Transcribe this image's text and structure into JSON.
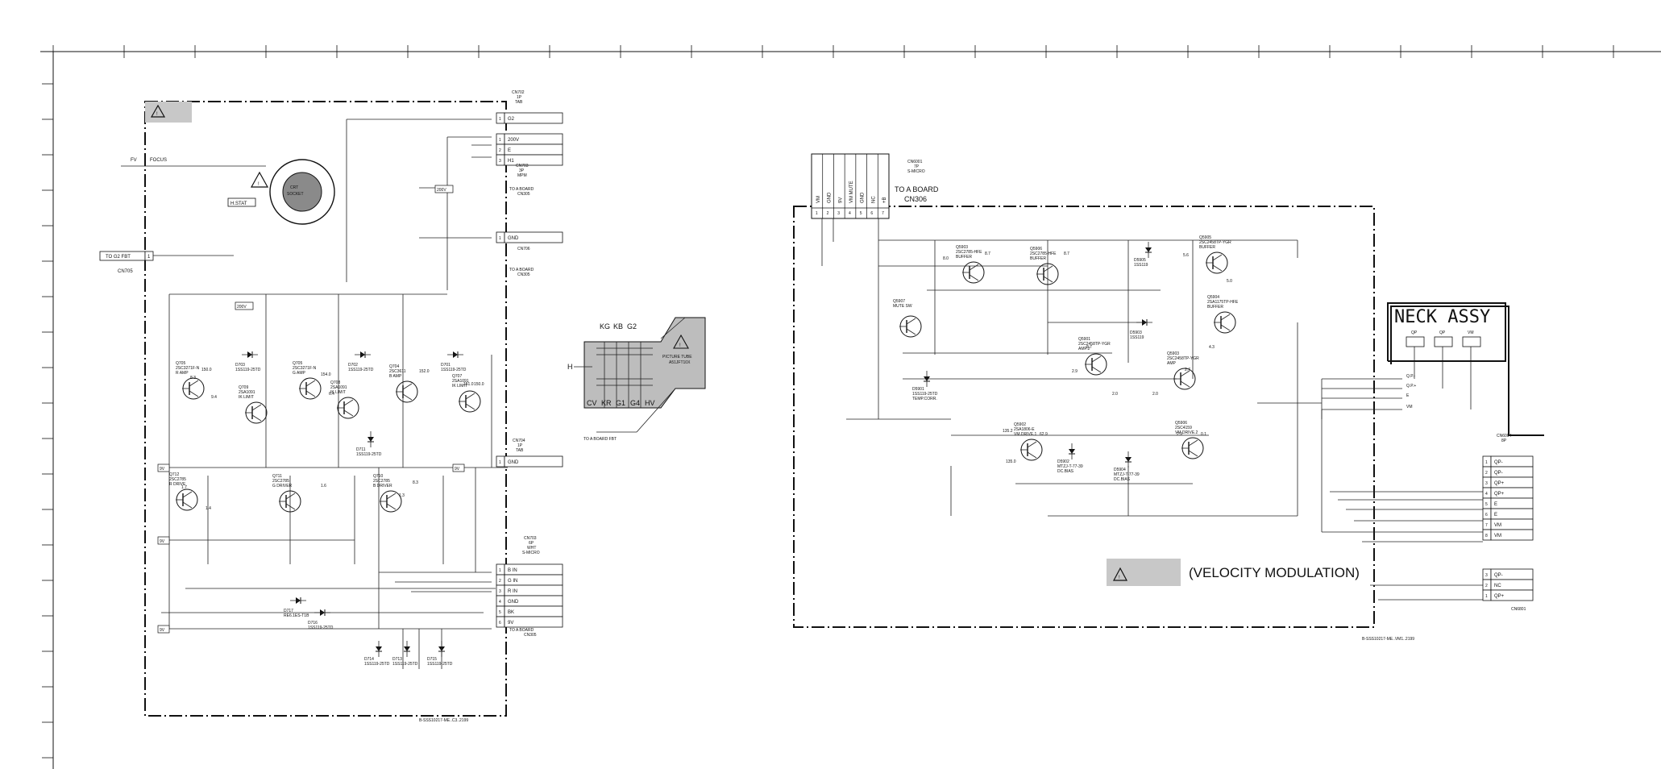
{
  "warning_icon": "warning-triangle-icon",
  "colors": {
    "line": "#222222",
    "warning_box": "#c8c8c8",
    "crt_fill": "#bdbdbd",
    "background": "#ffffff"
  },
  "left": {
    "focus": {
      "fv": "FV",
      "focus": "FOCUS"
    },
    "to_g2_fbt": "TO G2 FBT",
    "cn705": "CN705",
    "cn705_pin": "1",
    "cn702": [
      "CN702",
      "1P",
      "TAB"
    ],
    "cn702_pins": [
      {
        "n": "1",
        "label": "G2"
      }
    ],
    "cn703": [
      "CN703",
      "3P",
      "MPM"
    ],
    "cn703_pins": [
      {
        "n": "1",
        "label": "200V"
      },
      {
        "n": "2",
        "label": "E"
      },
      {
        "n": "3",
        "label": "H1"
      }
    ],
    "to_a_board_cn305": [
      "TO A BOARD",
      "CN305"
    ],
    "cn706": [
      "CN706",
      "TO A BOARD",
      "CN305"
    ],
    "cn706_pins": [
      {
        "n": "1",
        "label": "GND"
      }
    ],
    "cn704": [
      "CN704",
      "1P",
      "TAB"
    ],
    "cn704_pins": [
      {
        "n": "1",
        "label": "GND"
      }
    ],
    "cn703b": [
      "CN703",
      "6P",
      "WHT",
      "S-MICRO"
    ],
    "cn703b_pins": [
      {
        "n": "1",
        "label": "B IN"
      },
      {
        "n": "2",
        "label": "G IN"
      },
      {
        "n": "3",
        "label": "R IN"
      },
      {
        "n": "4",
        "label": "GND"
      },
      {
        "n": "5",
        "label": "BK"
      },
      {
        "n": "6",
        "label": "9V"
      }
    ],
    "to_a_board_cn305b": [
      "TO A BOARD",
      "CN305"
    ],
    "hstat": "H.STAT",
    "rail_200v": "200V",
    "rail_9v": "9V",
    "socket": [
      "CRT",
      "SOCKET"
    ],
    "transistors": [
      {
        "ref": "Q705",
        "type": "2SC3271F-N",
        "func": "R AMP"
      },
      {
        "ref": "Q705",
        "type": "2SC3271F-N",
        "func": "G AMP"
      },
      {
        "ref": "Q704",
        "type": "2SC3611",
        "func": "B AMP"
      },
      {
        "ref": "Q707",
        "type": "2SA1091",
        "func": "IK LIMIT"
      },
      {
        "ref": "Q712",
        "type": "2SC2785",
        "func": "R DRIVE"
      },
      {
        "ref": "Q711",
        "type": "2SC2785",
        "func": "G DRIVER"
      },
      {
        "ref": "Q710",
        "type": "2SC2785",
        "func": "B DRIVER"
      },
      {
        "ref": "Q709",
        "type": "2SA1091",
        "func": "IK LIMIT"
      },
      {
        "ref": "Q708",
        "type": "2SA1091",
        "func": "IK LIMIT"
      }
    ],
    "diodes": [
      {
        "ref": "D703",
        "type": "1SS119-25TD"
      },
      {
        "ref": "D702",
        "type": "1SS119-25TD"
      },
      {
        "ref": "D701",
        "type": "1SS119-25TD"
      },
      {
        "ref": "D711",
        "type": "1SS119-25TD"
      },
      {
        "ref": "D716",
        "type": "1SS119-25TD"
      },
      {
        "ref": "D713",
        "type": "1SS119-25TD"
      },
      {
        "ref": "D714",
        "type": "1SS119-25TD"
      },
      {
        "ref": "D715",
        "type": "1SS119-25TD"
      },
      {
        "ref": "D717",
        "type": "RE6.1ES-T1B"
      }
    ],
    "voltages": [
      "150.0",
      "154.0",
      "152.0",
      "151.0",
      "150.0",
      "9.4",
      "8.3",
      "6.4",
      "1.7",
      "1.4",
      "1.6",
      "8.3",
      "1.3"
    ],
    "footer": "B-SSS10217-ME..C3..2199"
  },
  "crt": {
    "top_labels": [
      "KG",
      "KB",
      "G2"
    ],
    "h": "H",
    "title": [
      "PICTURE TUBE",
      "A51JFT10X"
    ],
    "bottom_labels": [
      "CV",
      "KR",
      "G1",
      "G4",
      "HV"
    ],
    "to_a_board_fbt": "TO A BOARD FBT"
  },
  "right": {
    "cn6001_pins": [
      "VM",
      "GND",
      "9V",
      "VM MUTE",
      "GND",
      "NC",
      "+B"
    ],
    "cn6001_pin_numbers": [
      "1",
      "2",
      "3",
      "4",
      "5",
      "6",
      "7"
    ],
    "cn6001": [
      "CN6001",
      "7P",
      "S-MICRO"
    ],
    "to_a_board": [
      "TO A BOARD",
      "CN306"
    ],
    "neck_title": "NECK ASSY",
    "neck_pins": [
      "QP",
      "QP",
      "VM"
    ],
    "neck_nodes": [
      "Q.P.-",
      "Q.P.+",
      "E",
      "VM"
    ],
    "cn6004": [
      "CN6004",
      "8P"
    ],
    "cn6004_pins": [
      {
        "n": "1",
        "label": "QP-"
      },
      {
        "n": "2",
        "label": "QP-"
      },
      {
        "n": "3",
        "label": "QP+"
      },
      {
        "n": "4",
        "label": "QP+"
      },
      {
        "n": "5",
        "label": "E"
      },
      {
        "n": "6",
        "label": "E"
      },
      {
        "n": "7",
        "label": "VM"
      },
      {
        "n": "8",
        "label": "VM"
      }
    ],
    "cn6801": [
      "CN6801"
    ],
    "cn6801_pins": [
      {
        "n": "3",
        "label": "QP-"
      },
      {
        "n": "2",
        "label": "NC"
      },
      {
        "n": "1",
        "label": "QP+"
      }
    ],
    "vm_title": "(VELOCITY MODULATION)",
    "transistors": [
      {
        "ref": "Q5905",
        "type": "2SC2458TP-YGR",
        "func": "BUFFER"
      },
      {
        "ref": "Q5903",
        "type": "2SC2785-HFE",
        "func": "BUFFER"
      },
      {
        "ref": "Q5906",
        "type": "2SC2785-HFE",
        "func": "BUFFER"
      },
      {
        "ref": "Q5904",
        "type": "2SA1175TP-HFE",
        "func": "BUFFER"
      },
      {
        "ref": "Q5907",
        "type": "",
        "func": "MUTE SW"
      },
      {
        "ref": "Q5901",
        "type": "2SC2458TP-YGR",
        "func": "AMP.2"
      },
      {
        "ref": "Q5903",
        "type": "2SC2458TP-YGR",
        "func": "AMP"
      },
      {
        "ref": "Q5902",
        "type": "2SA1806-E",
        "func": "VM.DRIVE.1"
      },
      {
        "ref": "Q5906",
        "type": "2SC4159",
        "func": "VM.DRIVE.2"
      }
    ],
    "diodes": [
      {
        "ref": "D5901",
        "type": "1SS119-25TD",
        "func": "TEMP.CORR."
      },
      {
        "ref": "D5902",
        "type": "MTZJ-T-77-39",
        "func": "DC.BIAS"
      },
      {
        "ref": "D5904",
        "type": "MTZJ-T-77-39",
        "func": "DC.BIAS"
      },
      {
        "ref": "D5905",
        "type": "1SS119"
      },
      {
        "ref": "D5903",
        "type": "1SS119"
      }
    ],
    "voltages": [
      "8.0",
      "8.7",
      "8.7",
      "5.6",
      "5.0",
      "4.3",
      "8.7",
      "2.9",
      "2.0",
      "2.7",
      "2.0",
      "135.2",
      "62.9",
      "135.0",
      "2.9",
      "0.1"
    ],
    "footer": "B-SSS10217-ME..VM1..2199"
  }
}
